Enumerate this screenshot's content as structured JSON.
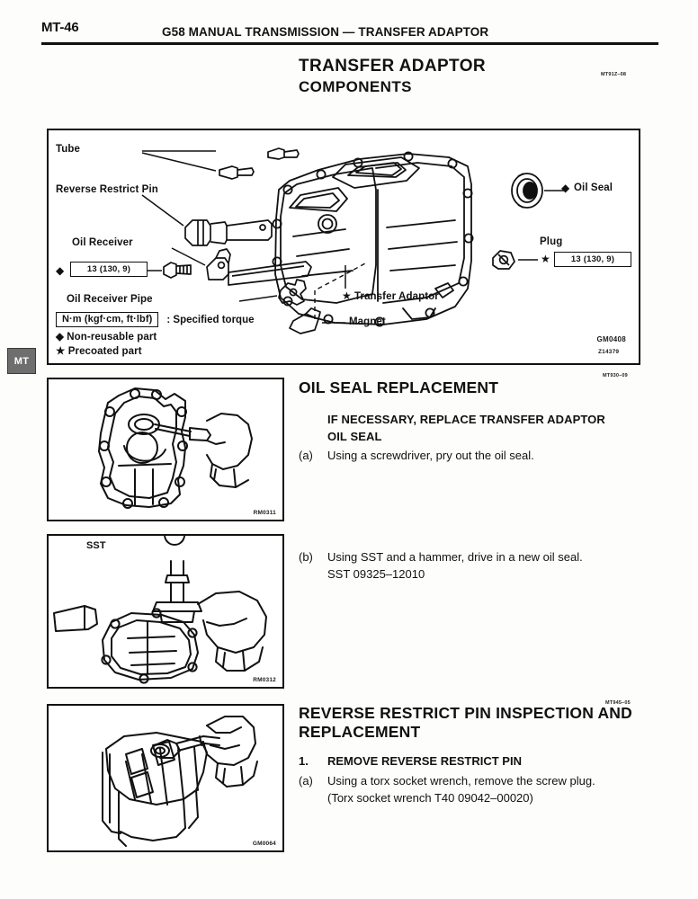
{
  "header": {
    "page_number": "MT-46",
    "title": "G58 MANUAL TRANSMISSION — TRANSFER ADAPTOR"
  },
  "margin_tab": {
    "label": "MT"
  },
  "section_components": {
    "title_line1": "TRANSFER ADAPTOR",
    "title_line2": "COMPONENTS",
    "ref_code": "MT91Z–08",
    "figure_code": "GM0408",
    "figure_code_corner": "Z14379",
    "callouts": {
      "tube": "Tube",
      "oil_seal": "Oil Seal",
      "reverse_restrict_pin": "Reverse Restrict Pin",
      "oil_receiver": "Oil Receiver",
      "oil_receiver_pipe": "Oil Receiver Pipe",
      "transfer_adaptor": "Transfer Adaptor",
      "magnet": "Magnet",
      "plug": "Plug"
    },
    "torque_values": {
      "oil_receiver_bolt": "13 (130, 9)",
      "plug": "13 (130, 9)"
    },
    "legend": {
      "unit": "N·m (kgf·cm, ft·lbf)",
      "unit_meaning": ": Specified torque",
      "non_reusable": "Non-reusable part",
      "precoated": "Precoated part",
      "diamond_symbol": "◆",
      "star_symbol": "★"
    }
  },
  "section_oil_seal": {
    "heading": "OIL SEAL REPLACEMENT",
    "ref_code": "MT930–09",
    "subheading_line1": "IF  NECESSARY,  REPLACE  TRANSFER  ADAPTOR",
    "subheading_line2": "OIL SEAL",
    "steps": [
      {
        "marker": "(a)",
        "text": "Using a screwdriver, pry out the oil seal.",
        "figure_code": "RM0311"
      },
      {
        "marker": "(b)",
        "text": "Using SST and a hammer, drive in a new oil seal.",
        "text_line2": "SST 09325–12010",
        "figure_code": "RM0312"
      }
    ],
    "figure_labels": {
      "sst": "SST"
    }
  },
  "section_reverse_pin": {
    "heading_line1": "REVERSE RESTRICT PIN INSPECTION AND",
    "heading_line2": "REPLACEMENT",
    "ref_code": "MT945–05",
    "step_number": "1.",
    "step_number_text": "REMOVE REVERSE RESTRICT PIN",
    "step_a_marker": "(a)",
    "step_a_line1": "Using a torx socket wrench, remove the screw plug.",
    "step_a_line2": "(Torx socket wrench T40 09042–00020)",
    "figure_code": "GM0064"
  },
  "colors": {
    "ink": "#111111",
    "paper": "#fdfdfc",
    "tab_bg": "#6e6e6e"
  }
}
